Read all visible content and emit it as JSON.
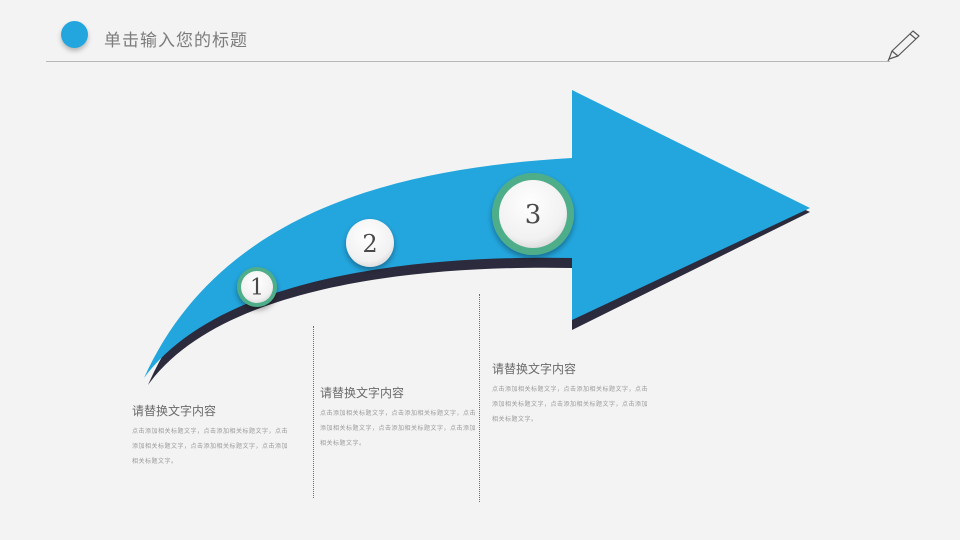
{
  "header": {
    "title": "单击输入您的标题",
    "accent_color": "#23a6de",
    "pen_icon": "pen-icon"
  },
  "diagram": {
    "arrow_color": "#23a6de",
    "shadow_color": "#2b2b3d",
    "ring_color": "#4fae8a",
    "steps": [
      {
        "number": "1",
        "title": "请替换文字内容",
        "body": "点击添加相关标题文字，点击添加相关标题文字，点击添加相关标题文字，点击添加相关标题文字，点击添加相关标题文字。"
      },
      {
        "number": "2",
        "title": "请替换文字内容",
        "body": "点击添加相关标题文字，点击添加相关标题文字，点击添加相关标题文字，点击添加相关标题文字，点击添加相关标题文字。"
      },
      {
        "number": "3",
        "title": "请替换文字内容",
        "body": "点击添加相关标题文字，点击添加相关标题文字，点击添加相关标题文字，点击添加相关标题文字，点击添加相关标题文字。"
      }
    ]
  }
}
